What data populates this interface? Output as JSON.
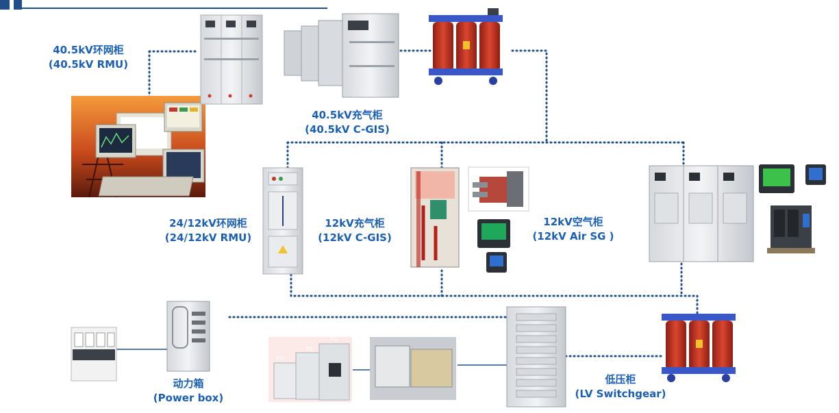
{
  "colors": {
    "label": "#1a5fb4",
    "connector": "#1f4e8a",
    "title_bar": "#1f4e8a",
    "transformer_body": "#c0392b",
    "transformer_frame": "#3a57c8",
    "cabinet": "#e5e7ea",
    "screen": "#2f8f4e"
  },
  "labels": {
    "rmu_405": {
      "zh": "40.5kV环网柜",
      "en": "(40.5kV RMU)"
    },
    "cgis_405": {
      "zh": "40.5kV充气柜",
      "en": "(40.5kV C-GIS)"
    },
    "rmu_24": {
      "zh": "24/12kV环网柜",
      "en": "(24/12kV RMU)"
    },
    "cgis_12": {
      "zh": "12kV充气柜",
      "en": "(12kV C-GIS)"
    },
    "airsg_12": {
      "zh": "12kV空气柜",
      "en": "(12kV Air SG )"
    },
    "powerbox": {
      "zh": "动力箱",
      "en": "(Power box)"
    },
    "lvsg": {
      "zh": "低压柜",
      "en": "(LV Switchgear)"
    }
  },
  "breaker_labels": {
    "fg": "FG",
    "fe": "FE",
    "fd": "FD"
  },
  "icons": [
    "scada-workstation-icon",
    "rmu-cabinet-icon",
    "cgis-cabinet-icon",
    "transformer-icon",
    "switchgear-icon",
    "meter-icon",
    "circuit-breaker-icon",
    "mcb-icon",
    "power-box-icon",
    "lv-switchgear-icon"
  ]
}
